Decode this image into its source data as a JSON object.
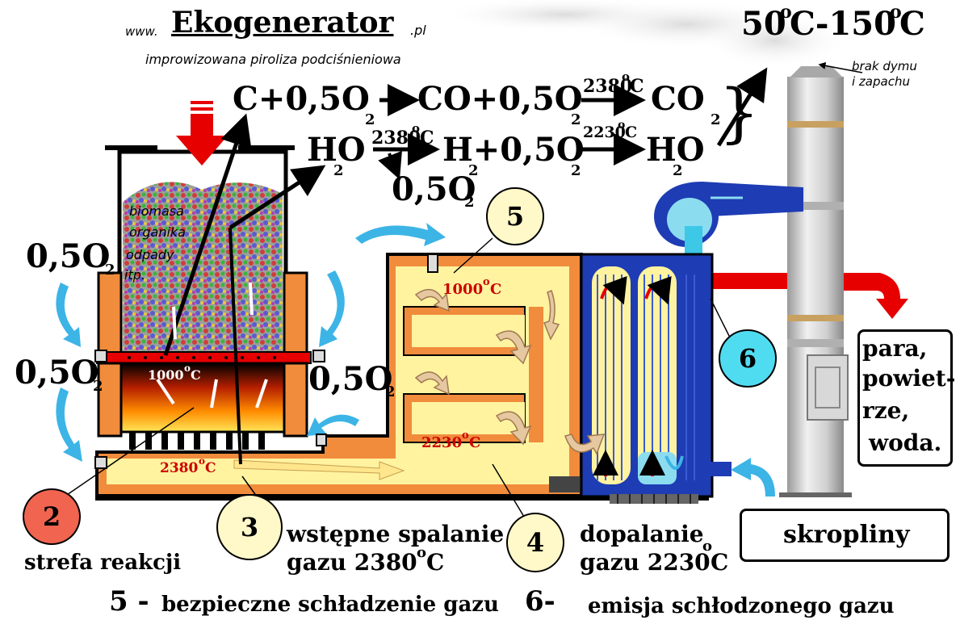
{
  "header": {
    "site_prefix": "www.",
    "site_name": "Ekogenerator",
    "site_suffix": ".pl",
    "subtitle": "improwizowana piroliza podciśnieniowa"
  },
  "equations": {
    "line1": [
      "C+0,5O",
      "CO+0,5O",
      "CO",
      "}"
    ],
    "line1_subs": [
      "2",
      "2",
      "2"
    ],
    "line2": [
      "HO",
      "H+0,5O",
      "HO"
    ],
    "line2_subs": [
      "2",
      "2",
      "2",
      "2"
    ],
    "temp_above_1": "2380",
    "temp_above_2": "2380",
    "temp_above_3": "2230",
    "temp_unit": "C",
    "temp_deg": "o",
    "byproduct": "0,5O",
    "byproduct_sub": "2"
  },
  "top_right": {
    "temp_range_a": "50",
    "temp_range_b": "C-150",
    "temp_range_c": "C",
    "deg": "o",
    "no_smoke_line1": "brak dymu",
    "no_smoke_line2": "i zapachu"
  },
  "oxygen_labels": {
    "left_top": "0,5O",
    "left_bottom": "0,5O",
    "right": "0,5O",
    "sub": "2"
  },
  "chamber": {
    "fuel_lines": [
      "biomasa",
      "organika",
      "odpady",
      "itp."
    ],
    "temp_grate": "1000",
    "temp_nozzle": "2380",
    "temp_hx_top": "1000",
    "temp_hx_bottom": "2230",
    "deg": "o",
    "unit": "C"
  },
  "badges": {
    "b2": "2",
    "b3": "3",
    "b4": "4",
    "b5": "5",
    "b6": "6"
  },
  "outputs": {
    "outlet_lines": [
      "para,",
      "powiet-",
      "rze,",
      "woda."
    ],
    "condensate": "skropliny"
  },
  "captions": {
    "reaction_zone": "strefa reakcji",
    "pre_burn_l1": "wstępne spalanie",
    "pre_burn_l2a": "gazu  2380",
    "pre_burn_l2b": "C",
    "after_burn_l1": "dopalanie",
    "after_burn_l2a": "gazu 2230",
    "after_burn_l2b": "C",
    "deg": "o",
    "item5_num": "5 -",
    "item5_text": "bezpieczne  schładzenie gazu",
    "item6_num": "6-",
    "item6_text": "emisja schłodzonego gazu"
  },
  "colors": {
    "furnace_orange": "#f08c3c",
    "gas_yellow": "#fff3a0",
    "flue_blue": "#1e3cb4",
    "arrow_cyan": "#3cb4e6",
    "heat_red": "#e60000",
    "chimney_grey": "#c8c8c8"
  }
}
